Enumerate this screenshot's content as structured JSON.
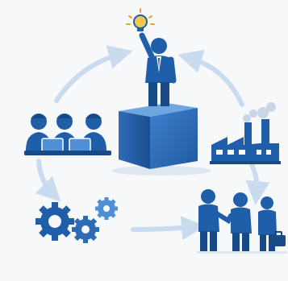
{
  "scene": {
    "nodes": [
      {
        "name": "leader-on-box",
        "icon": "businessman-with-lightbulb-icon"
      },
      {
        "name": "team-at-laptops",
        "icon": "team-icon"
      },
      {
        "name": "factory",
        "icon": "factory-icon"
      },
      {
        "name": "process-gears",
        "icon": "gears-icon"
      },
      {
        "name": "business-partners",
        "icon": "handshake-icon"
      }
    ],
    "flow": "cycle",
    "colors": {
      "primary": "#1f5ea8",
      "dark": "#174a87",
      "light": "#4f8fd6",
      "arrow": "#c9dbef",
      "bulb": "#f2c94c",
      "background": "#f7f8fa"
    }
  }
}
